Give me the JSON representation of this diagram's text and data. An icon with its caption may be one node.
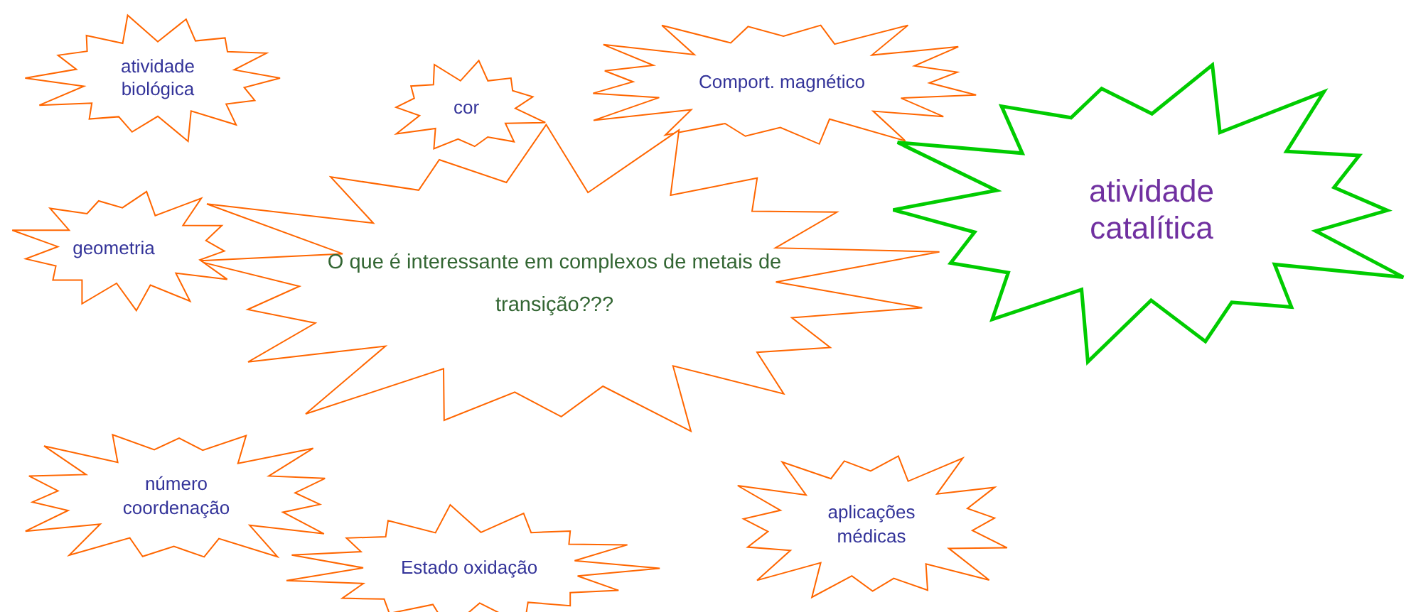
{
  "diagram": {
    "nodes": [
      {
        "text": [
          "atividade biológica"
        ]
      },
      {
        "text": [
          "cor"
        ]
      },
      {
        "text": [
          "Comport. magnético"
        ]
      },
      {
        "text": [
          "atividade catalítica"
        ]
      },
      {
        "text": [
          "O que é interessante em complexos de metais de transição???"
        ]
      },
      {
        "text": [
          "geometria"
        ]
      },
      {
        "text": [
          "número coordenação"
        ]
      },
      {
        "text": [
          "Estado oxidação"
        ]
      },
      {
        "text": [
          "aplicações médicas"
        ]
      }
    ]
  }
}
